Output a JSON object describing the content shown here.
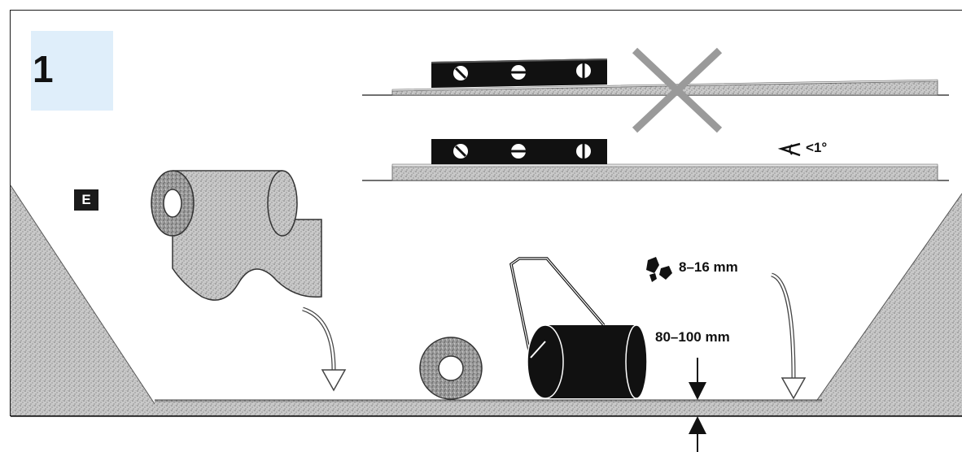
{
  "step": {
    "number": "1"
  },
  "material_label": "E",
  "annotations": {
    "slope_tolerance": "<1°",
    "gravel_size": "8–16 mm",
    "bed_depth": "80–100 mm"
  },
  "icons": {
    "wrong": "cross-mark-icon",
    "angle": "angle-icon",
    "level": "spirit-level-icon",
    "roller": "garden-roller-icon",
    "fabric": "fabric-roll-icon",
    "gravel": "gravel-stones-icon"
  },
  "colors": {
    "line": "#1a1a1a",
    "step_box": "#dfeefa",
    "cross": "#9a9a9a",
    "gravel": "#b9b9b9"
  }
}
